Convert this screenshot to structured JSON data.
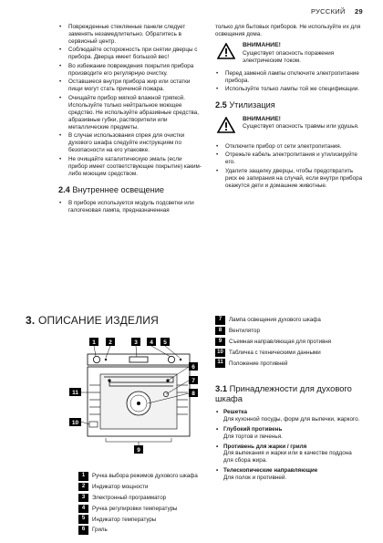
{
  "header": {
    "language": "РУССКИЙ",
    "page_number": "29"
  },
  "left_bullets": [
    "Поврежденные стеклянные панели следует заменять незамедлительно. Обратитесь в сервисный центр.",
    "Соблюдайте осторожность при снятии дверцы с прибора. Дверца имеет большой вес!",
    "Во избежание повреждения покрытия прибора производите его регулярную очистку.",
    "Оставшиеся внутри прибора жир или остатки пищи могут стать причиной пожара.",
    "Очищайте прибор мягкой влажной тряпкой. Используйте только нейтральное моющее средство. Не используйте абразивные средства, абразивные губки, растворители или металлические предметы.",
    "В случае использования спрея для очистки духового шкафа следуйте инструкциям по безопасности на его упаковке.",
    "Не очищайте каталитическую эмаль (если прибор имеет соответствующее покрытие) каким-либо моющим средством."
  ],
  "section_2_4": {
    "number": "2.4",
    "title": "Внутреннее освещение",
    "bullets": [
      "В приборе используется модуль подсветки или галогеновая лампа, предназначенная"
    ]
  },
  "right_top": {
    "continuation": "только для бытовых приборов. Не используйте их для освещения дома.",
    "warning1": {
      "title": "ВНИМАНИЕ!",
      "text": "Существует опасность поражения электрическим током."
    },
    "bullets": [
      "Перед заменой лампы отключите электропитание прибора.",
      "Используйте только лампы той же спецификации."
    ]
  },
  "section_2_5": {
    "number": "2.5",
    "title": "Утилизация",
    "warning": {
      "title": "ВНИМАНИЕ!",
      "text": "Существует опасность травмы или удушья."
    },
    "bullets": [
      "Отключите прибор от сети электропитания.",
      "Отрежьте кабель электропитания и утилизируйте его.",
      "Удалите защелку дверцы, чтобы предотвратить риск ее запирания на случай, если внутри прибора окажутся дети и домашние животные."
    ]
  },
  "section_3": {
    "number": "3.",
    "title": "ОПИСАНИЕ ИЗДЕЛИЯ"
  },
  "diagram": {
    "callouts": [
      "1",
      "2",
      "3",
      "4",
      "5",
      "6",
      "7",
      "8",
      "9",
      "10",
      "11"
    ]
  },
  "parts_left": [
    {
      "num": "1",
      "label": "Ручка выбора режимов духового шкафа"
    },
    {
      "num": "2",
      "label": "Индикатор мощности"
    },
    {
      "num": "3",
      "label": "Электронный программатор"
    },
    {
      "num": "4",
      "label": "Ручка регулировки температуры"
    },
    {
      "num": "5",
      "label": "Индикатор температуры"
    },
    {
      "num": "6",
      "label": "Гриль"
    }
  ],
  "parts_right": [
    {
      "num": "7",
      "label": "Лампа освещения духового шкафа"
    },
    {
      "num": "8",
      "label": "Вентилятор"
    },
    {
      "num": "9",
      "label": "Съемная направляющая для противня"
    },
    {
      "num": "10",
      "label": "Табличка с техническими данными"
    },
    {
      "num": "11",
      "label": "Положение противней"
    }
  ],
  "section_3_1": {
    "number": "3.1",
    "title": "Принадлежности для духового шкафа",
    "items": [
      {
        "title": "Решетка",
        "desc": "Для кухонной посуды, форм для выпечки, жаркого."
      },
      {
        "title": "Глубокий противень",
        "desc": "Для тортов и печенья."
      },
      {
        "title": "Противень для жарки / гриля",
        "desc": "Для выпекания и жарки или в качестве поддона для сбора жира."
      },
      {
        "title": "Телескопические направляющие",
        "desc": "Для полок и противней."
      }
    ]
  }
}
